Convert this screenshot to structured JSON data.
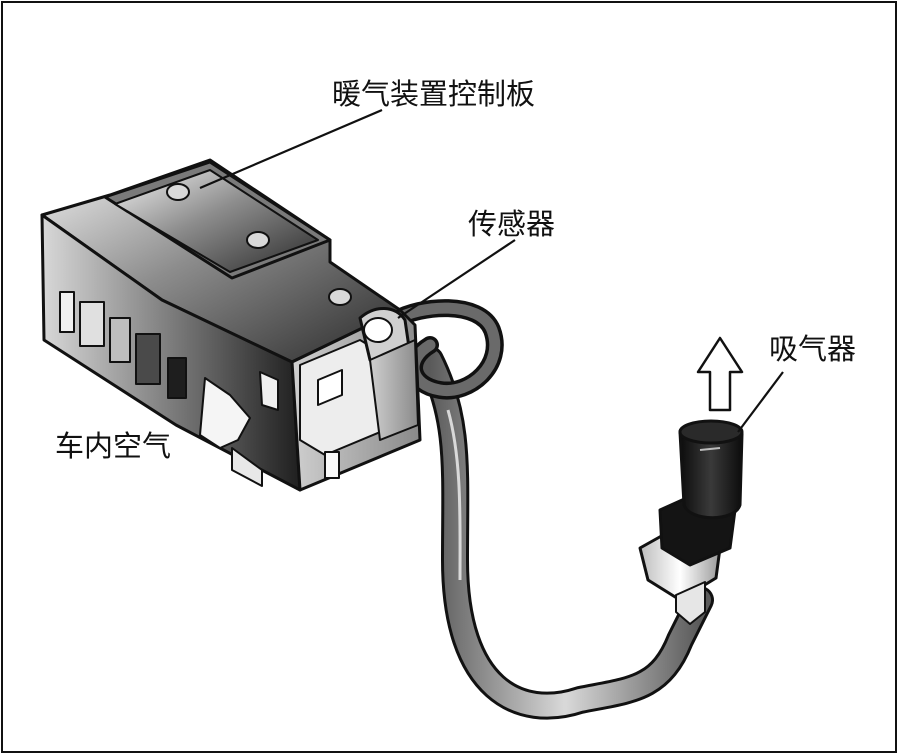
{
  "labels": {
    "heater_control_panel": "暖气装置控制板",
    "sensor": "传感器",
    "aspirator": "吸气器",
    "cabin_air": "车内空气"
  },
  "icons": {
    "airflow_arrow": "up-arrow-icon"
  },
  "colors": {
    "ink": "#111111",
    "panel_dark": "#3a3a3a",
    "panel_mid": "#8f8f8f",
    "panel_light": "#e6e6e6",
    "hose": "#9b9b9b"
  }
}
